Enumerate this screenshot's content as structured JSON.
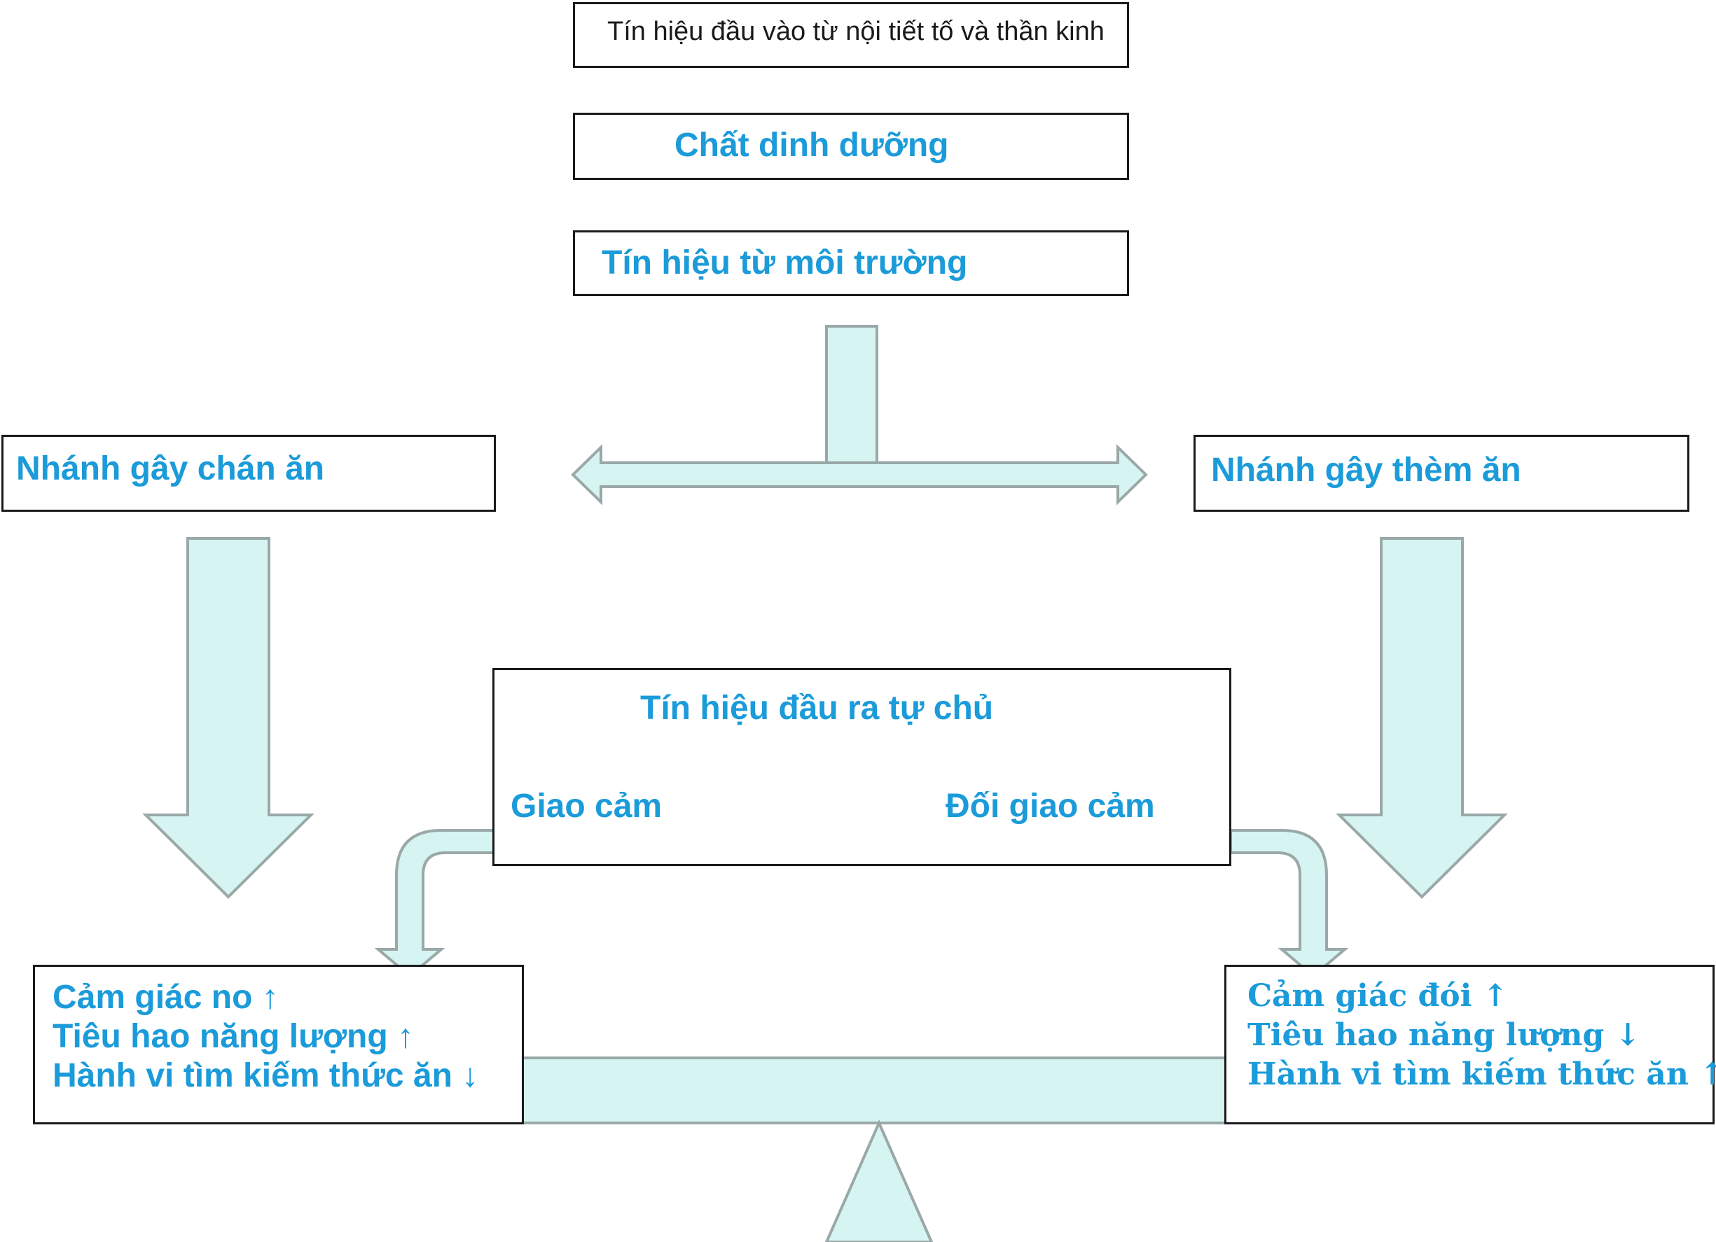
{
  "colors": {
    "text_blue": "#1b9bd9",
    "arrow_fill": "#d6f4f1",
    "arrow_stroke": "#9aa8a8",
    "border": "#1a1a1a"
  },
  "inputs": {
    "neuro_endocrine": "Tín hiệu đầu vào từ nội tiết tố và thần kinh",
    "nutrients": "Chất dinh dưỡng",
    "environment": "Tín hiệu từ môi trường"
  },
  "branches": {
    "anorexigenic": "Nhánh gây chán ăn",
    "orexigenic": "Nhánh gây thèm ăn"
  },
  "autonomic": {
    "title": "Tín hiệu đầu ra tự chủ",
    "sympathetic": "Giao cảm",
    "parasympathetic": "Đối giao cảm"
  },
  "outcomes_left": [
    "Cảm giác no ↑",
    "Tiêu hao năng lượng ↑",
    "Hành vi tìm kiếm thức ăn ↓"
  ],
  "outcomes_right": [
    "Cảm giác đói ↑",
    "Tiêu hao năng lượng ↓",
    "Hành vi tìm kiếm thức ăn ↑"
  ]
}
